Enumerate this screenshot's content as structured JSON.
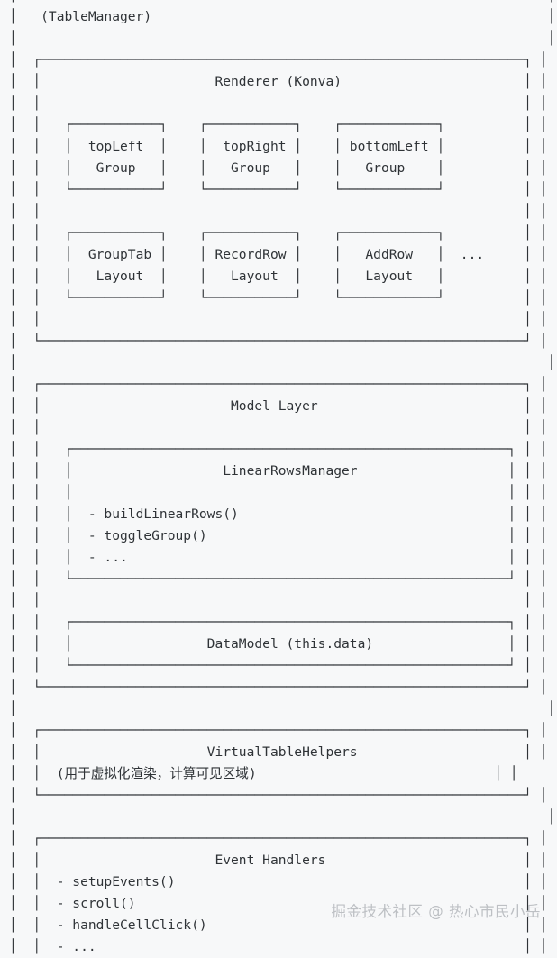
{
  "diagram": {
    "type": "ascii-architecture-diagram",
    "root_label": "(TableManager)",
    "background_color": "#f7f8f9",
    "text_color": "#2f3337",
    "sections": [
      {
        "id": "renderer",
        "title": "Renderer (Konva)",
        "children": [
          {
            "id": "top-left-group",
            "line1": "topLeft",
            "line2": "Group"
          },
          {
            "id": "top-right-group",
            "line1": "topRight",
            "line2": "Group"
          },
          {
            "id": "bottom-left-group",
            "line1": "bottomLeft",
            "line2": "Group"
          },
          {
            "id": "group-tab-layout",
            "line1": "GroupTab",
            "line2": "Layout"
          },
          {
            "id": "record-row-layout",
            "line1": "RecordRow",
            "line2": "Layout"
          },
          {
            "id": "add-row-layout",
            "line1": "AddRow",
            "line2": "Layout"
          }
        ],
        "ellipsis": "..."
      },
      {
        "id": "model-layer",
        "title": "Model Layer",
        "children": [
          {
            "id": "linear-rows-manager",
            "title": "LinearRowsManager",
            "methods": [
              "- buildLinearRows()",
              "- toggleGroup()",
              "- ..."
            ]
          },
          {
            "id": "data-model",
            "title": "DataModel (this.data)"
          }
        ]
      },
      {
        "id": "virtual-table-helpers",
        "title": "VirtualTableHelpers",
        "subtitle": "(用于虚拟化渲染，计算可见区域)"
      },
      {
        "id": "event-handlers",
        "title": "Event Handlers",
        "methods": [
          "- setupEvents()",
          "- scroll()",
          "- handleCellClick()",
          "- ..."
        ]
      }
    ],
    "art": "│                                                                   │\n│   (TableManager)                                                  │\n│                                                                   │\n│  ┌─────────────────────────────────────────────────────────────┐ │\n│  │                      Renderer (Konva)                       │ │\n│  │                                                             │ │\n│  │   ┌───────────┐    ┌───────────┐    ┌────────────┐          │ │\n│  │   │  topLeft  │    │  topRight │    │ bottomLeft │          │ │\n│  │   │   Group   │    │   Group   │    │   Group    │          │ │\n│  │   └───────────┘    └───────────┘    └────────────┘          │ │\n│  │                                                             │ │\n│  │   ┌───────────┐    ┌───────────┐    ┌────────────┐          │ │\n│  │   │  GroupTab │    │ RecordRow │    │   AddRow   │  ...     │ │\n│  │   │   Layout  │    │   Layout  │    │   Layout   │          │ │\n│  │   └───────────┘    └───────────┘    └────────────┘          │ │\n│  │                                                             │ │\n│  └─────────────────────────────────────────────────────────────┘ │\n│                                                                   │\n│  ┌─────────────────────────────────────────────────────────────┐ │\n│  │                        Model Layer                          │ │\n│  │                                                             │ │\n│  │   ┌───────────────────────────────────────────────────────┐ │ │\n│  │   │                   LinearRowsManager                   │ │ │\n│  │   │                                                       │ │ │\n│  │   │  - buildLinearRows()                                  │ │ │\n│  │   │  - toggleGroup()                                      │ │ │\n│  │   │  - ...                                                │ │ │\n│  │   └───────────────────────────────────────────────────────┘ │ │\n│  │                                                             │ │\n│  │   ┌───────────────────────────────────────────────────────┐ │ │\n│  │   │                 DataModel (this.data)                 │ │ │\n│  │   └───────────────────────────────────────────────────────┘ │ │\n│  └─────────────────────────────────────────────────────────────┘ │\n│                                                                   │\n│  ┌─────────────────────────────────────────────────────────────┐ │\n│  │                     VirtualTableHelpers                     │ │\n│  │  (用于虚拟化渲染，计算可见区域)                              │ │\n│  └─────────────────────────────────────────────────────────────┘ │\n│                                                                   │\n│  ┌─────────────────────────────────────────────────────────────┐ │\n│  │                      Event Handlers                         │ │\n│  │  - setupEvents()                                            │ │\n│  │  - scroll()                                                 │ │\n│  │  - handleCellClick()                                        │ │\n│  │  - ...                                                      │ │"
  },
  "watermark": {
    "text": "掘金技术社区 @ 热心市民小岳"
  }
}
